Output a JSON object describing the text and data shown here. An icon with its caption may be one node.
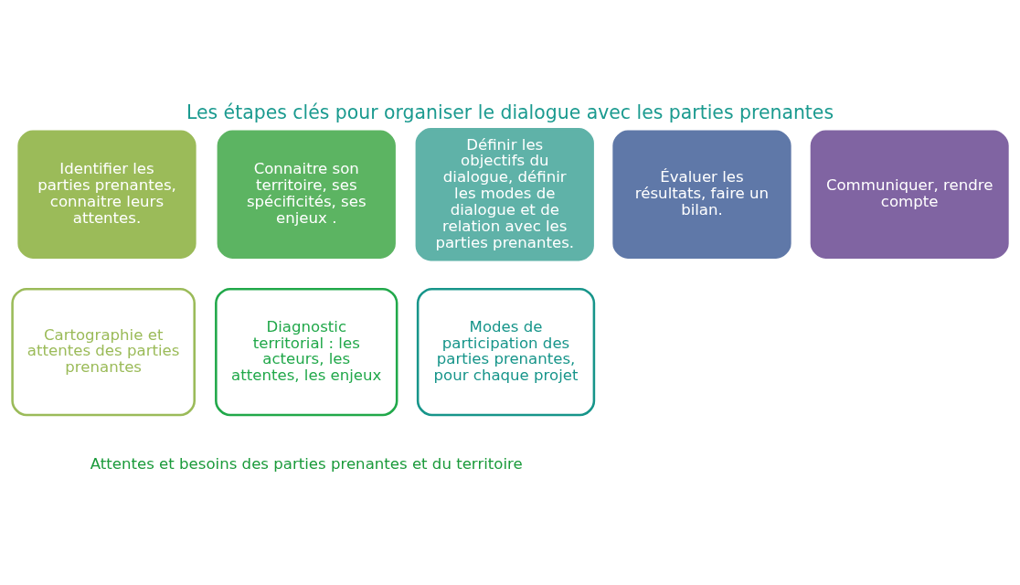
{
  "diagram": {
    "title": "Les étapes clés pour organiser le dialogue avec les parties prenantes",
    "nodes": [
      {
        "text": [
          "Identifier les parties prenantes, connaitre leurs attentes."
        ]
      },
      {
        "text": [
          "Connaitre son territoire, ses spécificités, ses enjeux ."
        ]
      },
      {
        "text": [
          "Définir les objectifs du dialogue, définir les modes de dialogue et de relation avec les parties prenantes."
        ]
      },
      {
        "text": [
          "Évaluer les résultats, faire un bilan."
        ]
      },
      {
        "text": [
          "Communiquer, rendre compte"
        ]
      },
      {
        "text": [
          "Cartographie et attentes des parties prenantes"
        ]
      },
      {
        "text": [
          "Diagnostic territorial : les acteurs, les attentes, les enjeux"
        ]
      },
      {
        "text": [
          "Modes de participation des parties prenantes, pour chaque projet"
        ]
      }
    ],
    "edges": [],
    "labels": [
      "Attentes et besoins des parties prenantes et du territoire"
    ]
  }
}
